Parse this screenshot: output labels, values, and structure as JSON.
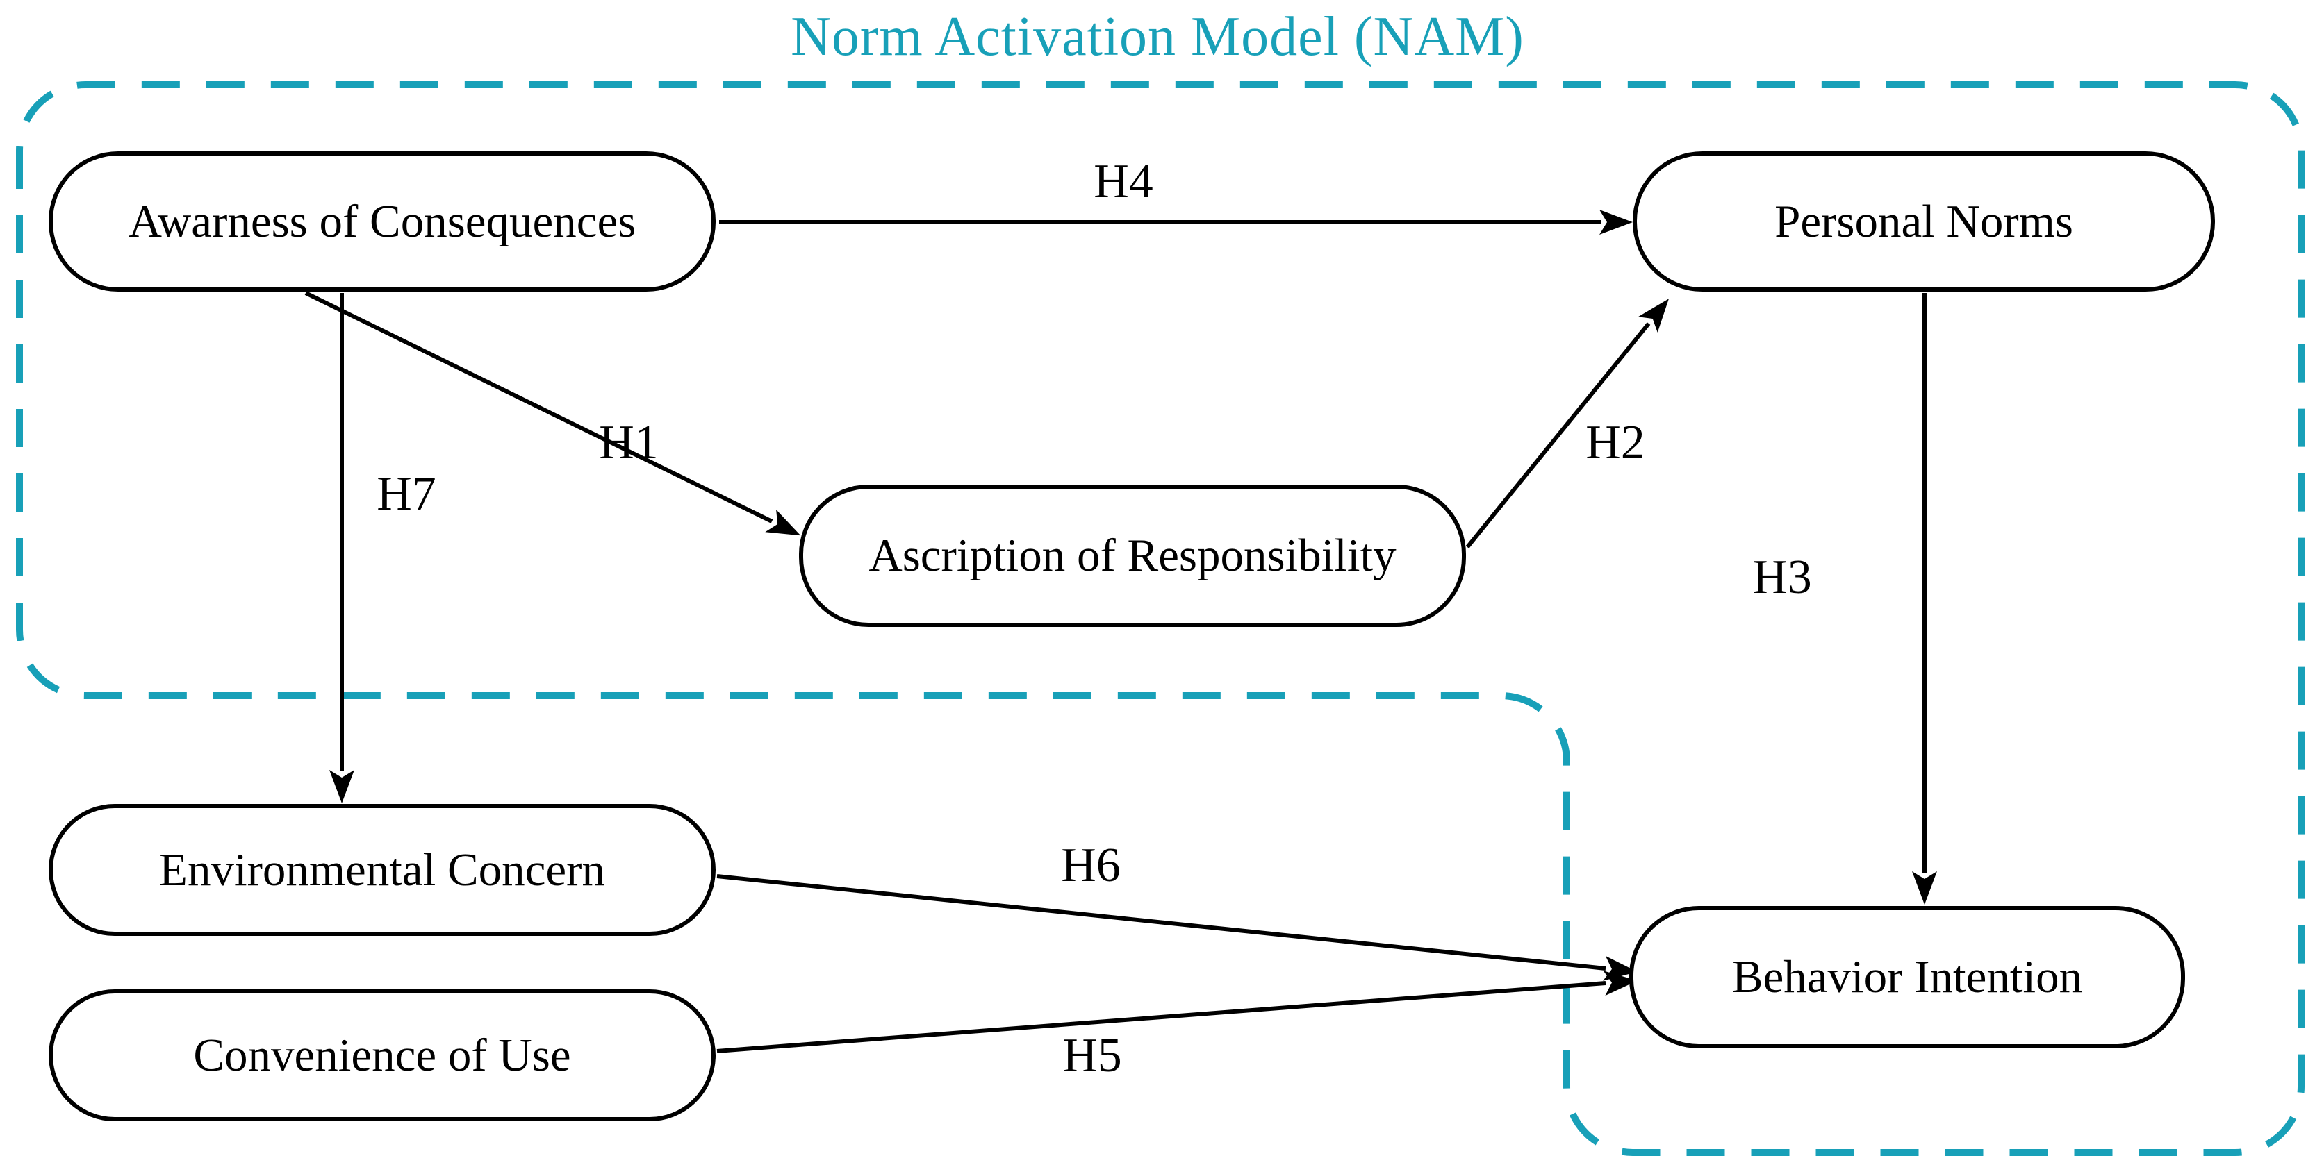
{
  "title": "Norm Activation Model (NAM)",
  "colors": {
    "teal_dash_border": "#18A0B8",
    "node_border": "#000000",
    "text": "#000000",
    "background": "#FFFFFF"
  },
  "nodes": {
    "awareness": {
      "label": "Awarness of Consequences"
    },
    "personal_norms": {
      "label": "Personal Norms"
    },
    "ascription": {
      "label": "Ascription of Responsibility"
    },
    "environmental_concern": {
      "label": "Environmental Concern"
    },
    "convenience_of_use": {
      "label": "Convenience of Use"
    },
    "behavior_intention": {
      "label": "Behavior Intention"
    }
  },
  "hypotheses": {
    "h1": {
      "label": "H1",
      "from": "Awarness of Consequences",
      "to": "Ascription of Responsibility"
    },
    "h2": {
      "label": "H2",
      "from": "Ascription of Responsibility",
      "to": "Personal Norms"
    },
    "h3": {
      "label": "H3",
      "from": "Personal Norms",
      "to": "Behavior Intention"
    },
    "h4": {
      "label": "H4",
      "from": "Awarness of Consequences",
      "to": "Personal Norms"
    },
    "h5": {
      "label": "H5",
      "from": "Convenience of Use",
      "to": "Behavior Intention"
    },
    "h6": {
      "label": "H6",
      "from": "Environmental Concern",
      "to": "Behavior Intention"
    },
    "h7": {
      "label": "H7",
      "from": "Awarness of Consequences",
      "to": "Environmental Concern"
    }
  }
}
